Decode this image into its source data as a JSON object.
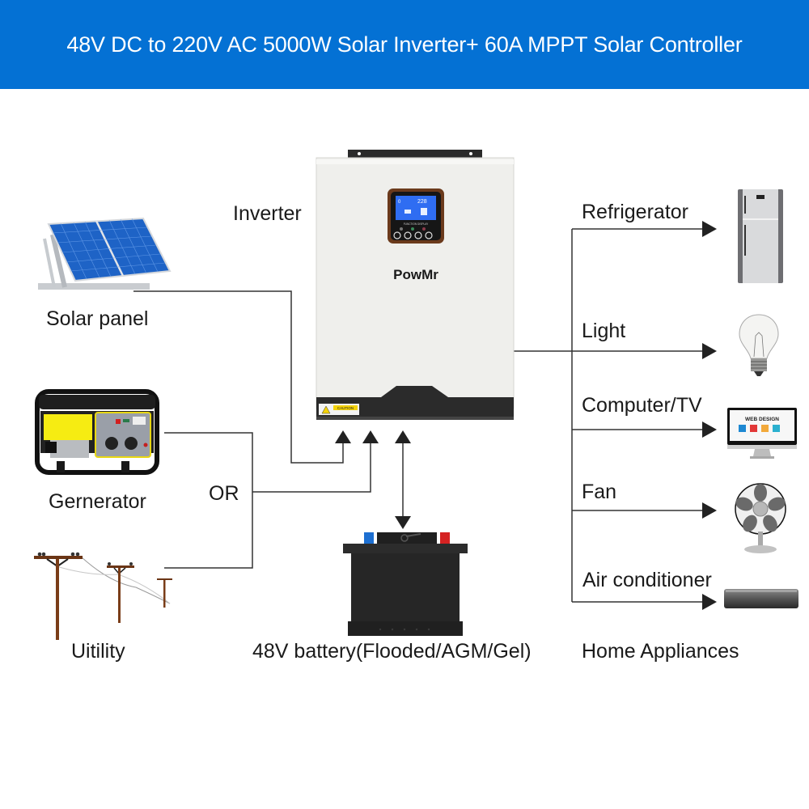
{
  "header": {
    "title": "48V DC to 220V AC 5000W Solar Inverter+ 60A MPPT Solar Controller"
  },
  "inverter": {
    "label": "Inverter",
    "brand": "PowMr",
    "lcd_left_value": "0",
    "lcd_right_value": "228",
    "display_caption": "FUNCTION DISPLAY",
    "caution_text": "CAUTION"
  },
  "sources": {
    "solar": {
      "label": "Solar panel"
    },
    "generator": {
      "label": "Gernerator"
    },
    "or_label": "OR",
    "utility": {
      "label": "Uitility"
    }
  },
  "battery": {
    "label": "48V battery(Flooded/AGM/Gel)"
  },
  "appliances": {
    "group_label": "Home Appliances",
    "items": [
      {
        "label": "Refrigerator",
        "icon": "refrigerator-icon"
      },
      {
        "label": "Light",
        "icon": "light-bulb-icon"
      },
      {
        "label": "Computer/TV",
        "icon": "monitor-icon",
        "screen_text": "WEB DESIGN"
      },
      {
        "label": "Fan",
        "icon": "fan-icon"
      },
      {
        "label": "Air conditioner",
        "icon": "air-conditioner-icon"
      }
    ]
  },
  "colors": {
    "banner": "#0471d4",
    "line": "#333333",
    "inverter_body": "#efefec",
    "inverter_base": "#2b2b2b"
  }
}
